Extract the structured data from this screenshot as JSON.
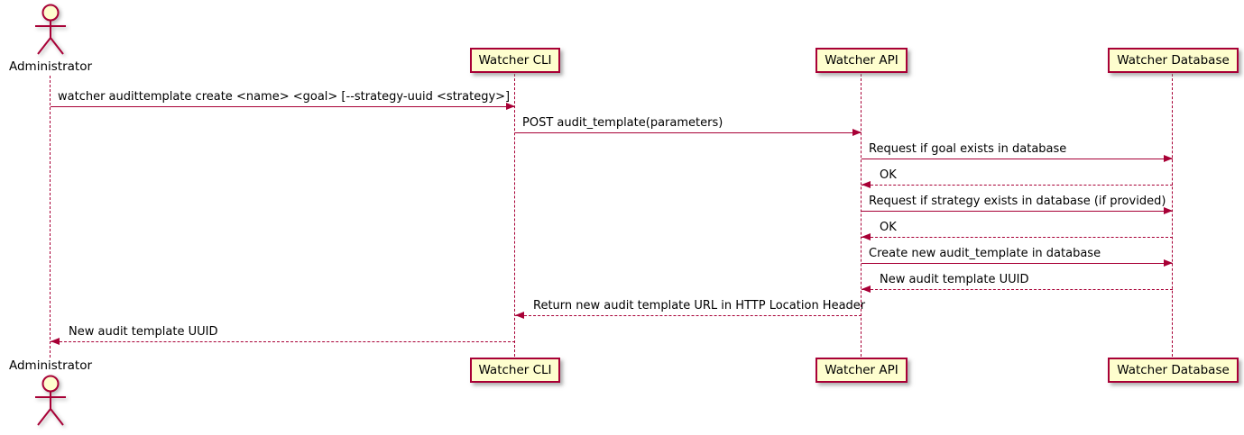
{
  "diagram": {
    "type": "uml-sequence-diagram",
    "colors": {
      "accent": "#A80036",
      "participant_fill": "#FEFECE",
      "background": "#FFFFFF",
      "text": "#000000"
    },
    "participants": [
      {
        "id": "administrator",
        "kind": "actor",
        "label": "Administrator"
      },
      {
        "id": "watcher-cli",
        "kind": "participant",
        "label": "Watcher CLI"
      },
      {
        "id": "watcher-api",
        "kind": "participant",
        "label": "Watcher API"
      },
      {
        "id": "watcher-database",
        "kind": "participant",
        "label": "Watcher Database"
      }
    ],
    "messages": [
      {
        "from": "Administrator",
        "to": "Watcher CLI",
        "style": "solid",
        "label": "watcher audittemplate create <name> <goal> [--strategy-uuid <strategy>]"
      },
      {
        "from": "Watcher CLI",
        "to": "Watcher API",
        "style": "solid",
        "label": "POST audit_template(parameters)"
      },
      {
        "from": "Watcher API",
        "to": "Watcher Database",
        "style": "solid",
        "label": "Request if goal exists in database"
      },
      {
        "from": "Watcher Database",
        "to": "Watcher API",
        "style": "dashed",
        "label": "OK"
      },
      {
        "from": "Watcher API",
        "to": "Watcher Database",
        "style": "solid",
        "label": "Request if strategy exists in database (if provided)"
      },
      {
        "from": "Watcher Database",
        "to": "Watcher API",
        "style": "dashed",
        "label": "OK"
      },
      {
        "from": "Watcher API",
        "to": "Watcher Database",
        "style": "solid",
        "label": "Create new audit_template in database"
      },
      {
        "from": "Watcher Database",
        "to": "Watcher API",
        "style": "dashed",
        "label": "New audit template UUID"
      },
      {
        "from": "Watcher API",
        "to": "Watcher CLI",
        "style": "dashed",
        "label": "Return new audit template URL in HTTP Location Header"
      },
      {
        "from": "Watcher CLI",
        "to": "Administrator",
        "style": "dashed",
        "label": "New audit template UUID"
      }
    ]
  }
}
